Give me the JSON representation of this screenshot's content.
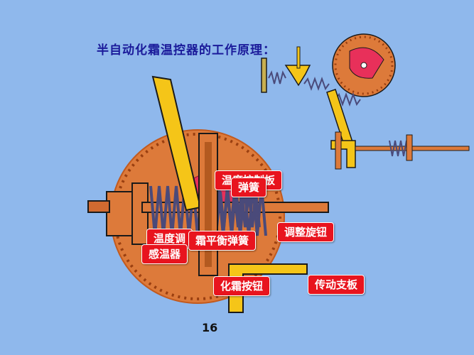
{
  "title": "半自动化霜温控器的工作原理：",
  "labels": {
    "temp_board": "温度控制板",
    "spring": "弹簧",
    "knob": "调整旋钮",
    "temp_adj": "温度调",
    "balance_spring": "霜平衡弹簧",
    "sensor": "感温器",
    "defrost_button": "化霜按钮",
    "drive_bracket": "传动支板"
  },
  "page_number": "16",
  "colors": {
    "background": "#8fb8ec",
    "disc": "#dd7a3a",
    "lever": "#f5c518",
    "spring": "#4a4a7a",
    "pink": "#e8305a",
    "label_bg": "#e8141e",
    "title": "#1a1a9a"
  }
}
